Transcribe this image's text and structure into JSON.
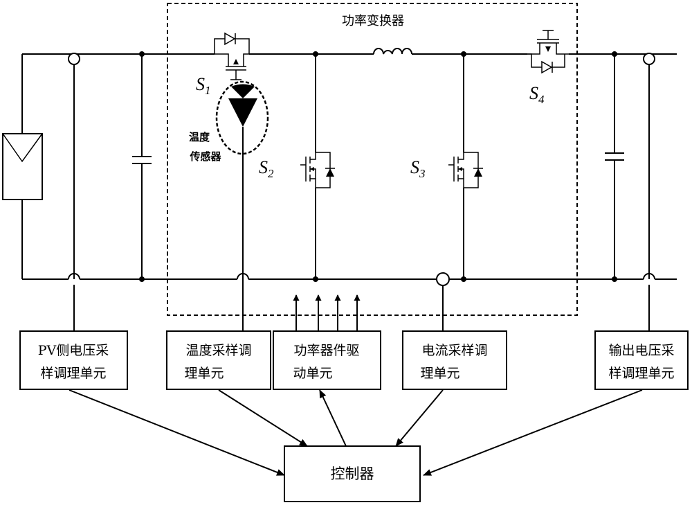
{
  "converter": {
    "title": "功率变换器"
  },
  "switches": {
    "s1": {
      "letter": "S",
      "sub": "1"
    },
    "s2": {
      "letter": "S",
      "sub": "2"
    },
    "s3": {
      "letter": "S",
      "sub": "3"
    },
    "s4": {
      "letter": "S",
      "sub": "4"
    }
  },
  "sensor": {
    "line1": "温度",
    "line2": "传感器"
  },
  "units": {
    "pv_voltage": {
      "line1": "PV侧电压采",
      "line2": "样调理单元"
    },
    "temperature": {
      "line1": "温度采样调",
      "line2": "理单元"
    },
    "driver": {
      "line1": "功率器件驱",
      "line2": "动单元"
    },
    "current": {
      "line1": "电流采样调",
      "line2": "理单元"
    },
    "output_voltage": {
      "line1": "输出电压采",
      "line2": "样调理单元"
    }
  },
  "controller": {
    "label": "控制器"
  }
}
